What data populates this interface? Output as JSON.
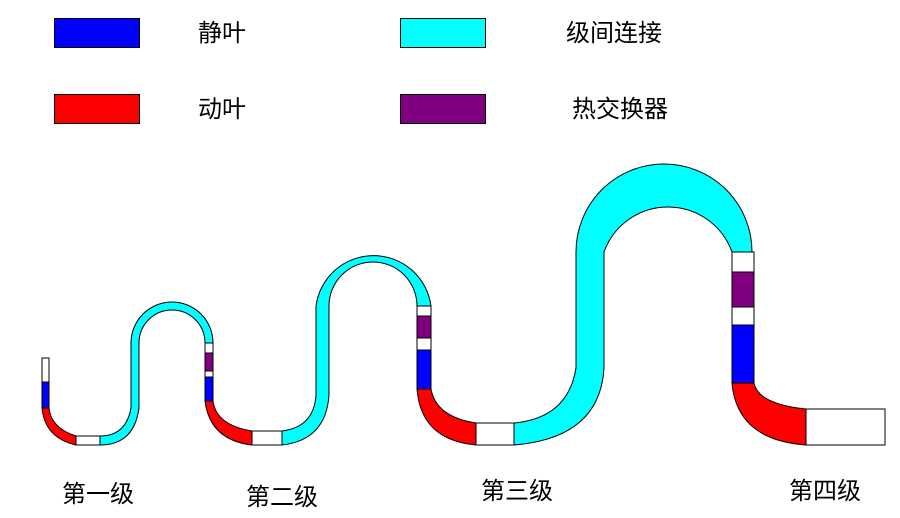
{
  "legend": [
    {
      "key": "stator",
      "label": "静叶",
      "color": "#0000ff"
    },
    {
      "key": "rotor",
      "label": "动叶",
      "color": "#ff0000"
    },
    {
      "key": "interstage",
      "label": "级间连接",
      "color": "#00ffff"
    },
    {
      "key": "heat_exchanger",
      "label": "热交换器",
      "color": "#800080"
    }
  ],
  "stages": [
    "第一级",
    "第二级",
    "第三级",
    "第四级"
  ],
  "colors": {
    "outline": "#000000",
    "blank": "#ffffff"
  }
}
